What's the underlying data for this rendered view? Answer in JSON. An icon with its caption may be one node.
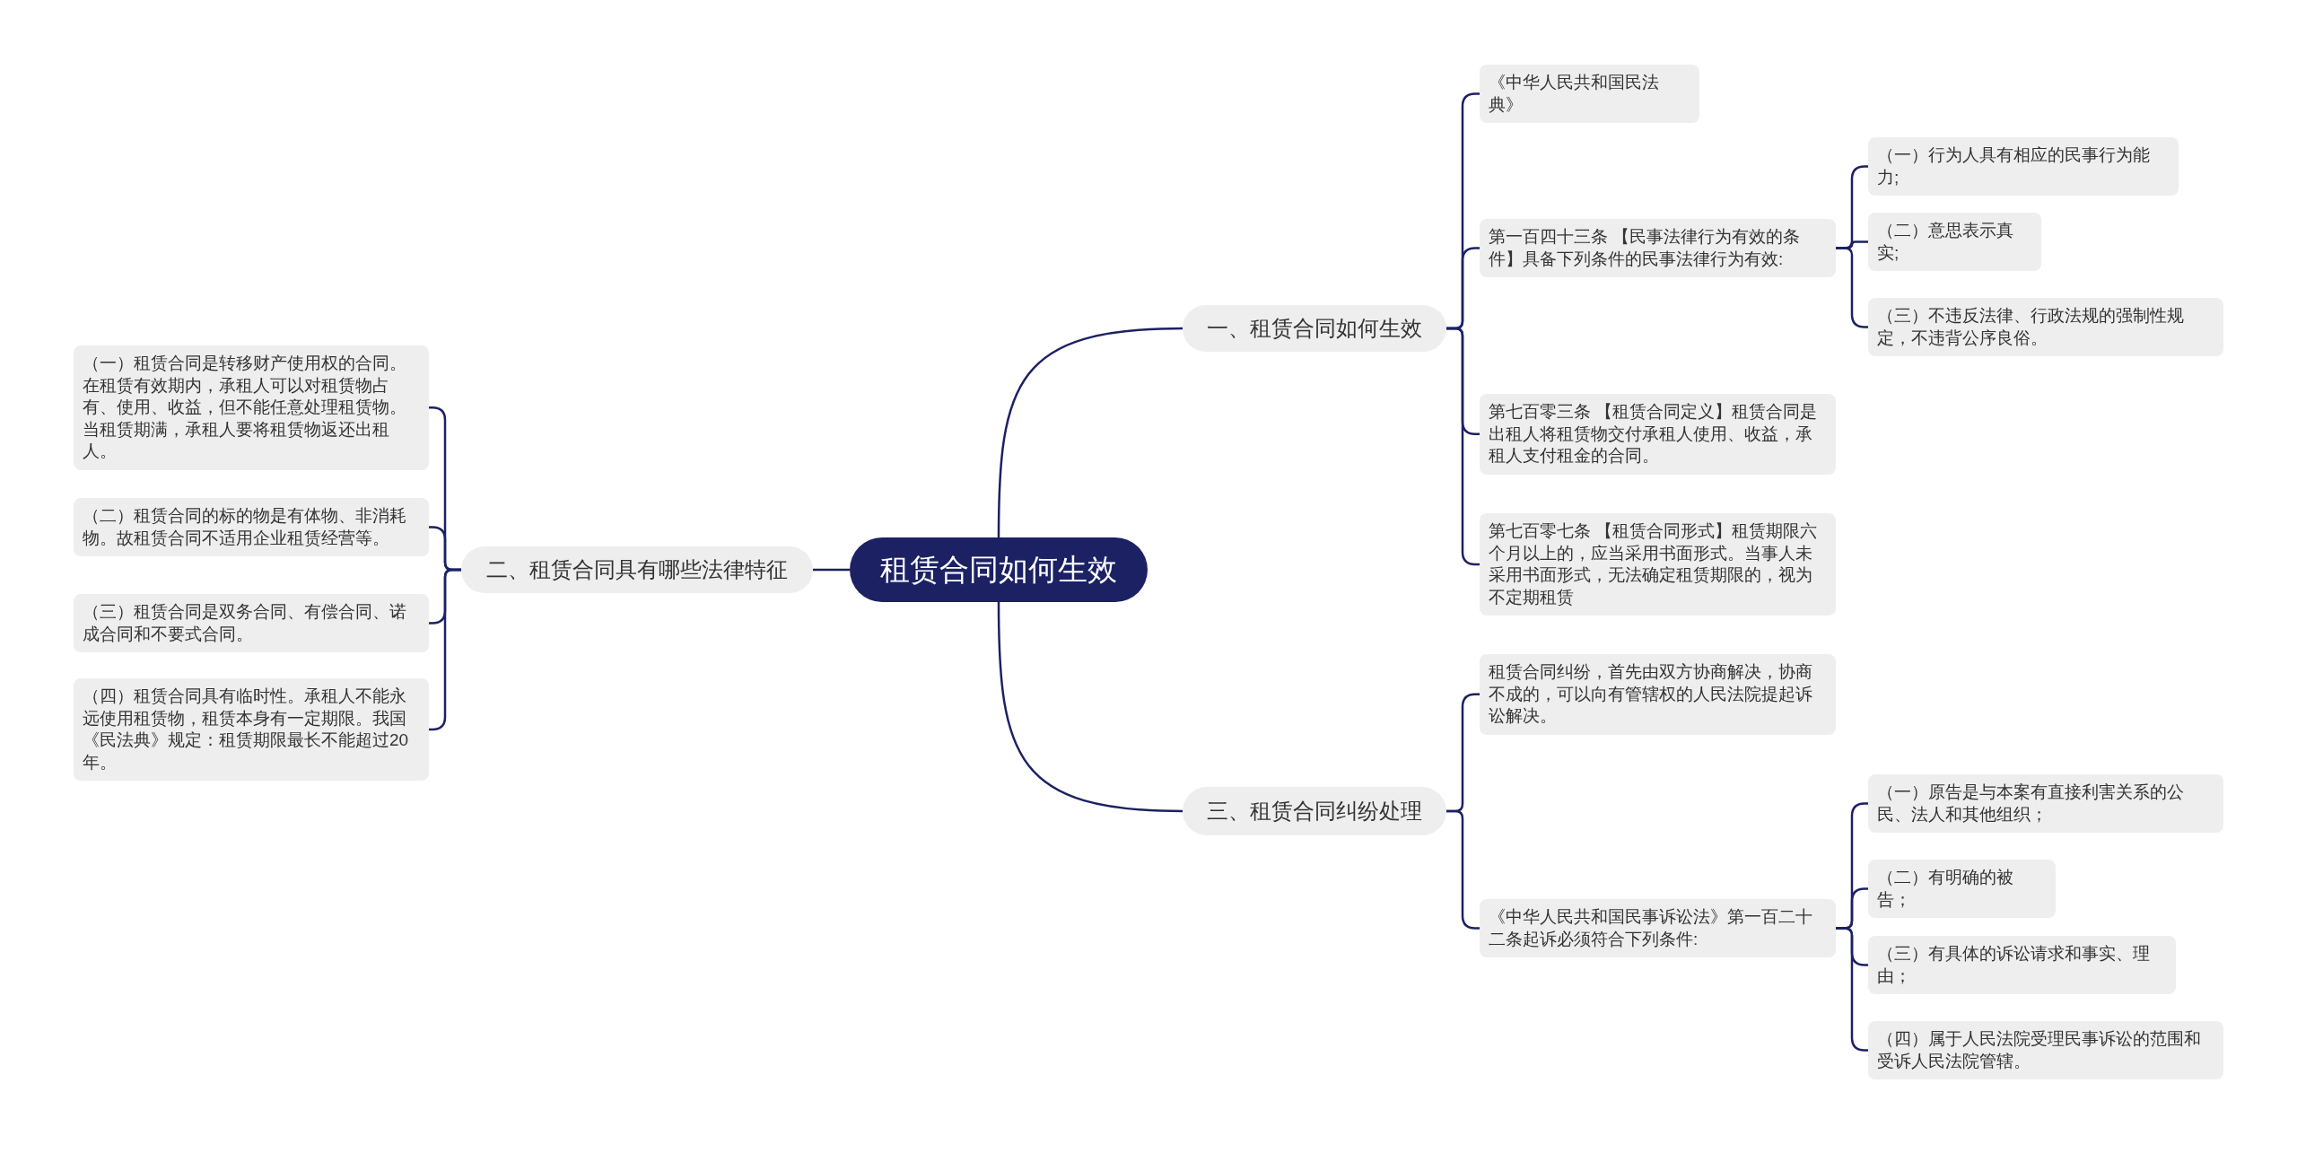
{
  "diagram": {
    "nodes": [
      {
        "text": [
          "租赁合同如何生效"
        ]
      },
      {
        "text": [
          "一、租赁合同如何生效"
        ]
      },
      {
        "text": [
          "《中华人民共和国民法典》"
        ]
      },
      {
        "text": [
          "第一百四十三条 【民事法律行为有效的条件】具备下列条件的民事法律行为有效:"
        ]
      },
      {
        "text": [
          "（一）行为人具有相应的民事行为能力;"
        ]
      },
      {
        "text": [
          "（二）意思表示真实;"
        ]
      },
      {
        "text": [
          "（三）不违反法律、行政法规的强制性规定，不违背公序良俗。"
        ]
      },
      {
        "text": [
          "第七百零三条 【租赁合同定义】租赁合同是出租人将租赁物交付承租人使用、收益，承租人支付租金的合同。"
        ]
      },
      {
        "text": [
          "第七百零七条 【租赁合同形式】租赁期限六个月以上的，应当采用书面形式。当事人未采用书面形式，无法确定租赁期限的，视为不定期租赁"
        ]
      },
      {
        "text": [
          "二、租赁合同具有哪些法律特征"
        ]
      },
      {
        "text": [
          "（一）租赁合同是转移财产使用权的合同。在租赁有效期内，承租人可以对租赁物占有、使用、收益，但不能任意处理租赁物。当租赁期满，承租人要将租赁物返还出租人。"
        ]
      },
      {
        "text": [
          "（二）租赁合同的标的物是有体物、非消耗物。故租赁合同不适用企业租赁经营等。"
        ]
      },
      {
        "text": [
          "（三）租赁合同是双务合同、有偿合同、诺成合同和不要式合同。"
        ]
      },
      {
        "text": [
          "（四）租赁合同具有临时性。承租人不能永远使用租赁物，租赁本身有一定期限。我国《民法典》规定：租赁期限最长不能超过20年。"
        ]
      },
      {
        "text": [
          "三、租赁合同纠纷处理"
        ]
      },
      {
        "text": [
          "租赁合同纠纷，首先由双方协商解决，协商不成的，可以向有管辖权的人民法院提起诉讼解决。"
        ]
      },
      {
        "text": [
          "《中华人民共和国民事诉讼法》第一百二十二条起诉必须符合下列条件:"
        ]
      },
      {
        "text": [
          "（一）原告是与本案有直接利害关系的公民、法人和其他组织；"
        ]
      },
      {
        "text": [
          "（二）有明确的被告；"
        ]
      },
      {
        "text": [
          "（三）有具体的诉讼请求和事实、理由；"
        ]
      },
      {
        "text": [
          "（四）属于人民法院受理民事诉讼的范围和受诉人民法院管辖。"
        ]
      }
    ],
    "edges": [
      {
        "from": 0,
        "to": 1,
        "arrow": "none"
      },
      {
        "from": 1,
        "to": 2,
        "arrow": "none"
      },
      {
        "from": 1,
        "to": 3,
        "arrow": "none"
      },
      {
        "from": 3,
        "to": 4,
        "arrow": "none"
      },
      {
        "from": 3,
        "to": 5,
        "arrow": "none"
      },
      {
        "from": 3,
        "to": 6,
        "arrow": "none"
      },
      {
        "from": 1,
        "to": 7,
        "arrow": "none"
      },
      {
        "from": 1,
        "to": 8,
        "arrow": "none"
      },
      {
        "from": 0,
        "to": 9,
        "arrow": "none"
      },
      {
        "from": 9,
        "to": 10,
        "arrow": "none"
      },
      {
        "from": 9,
        "to": 11,
        "arrow": "none"
      },
      {
        "from": 9,
        "to": 12,
        "arrow": "none"
      },
      {
        "from": 9,
        "to": 13,
        "arrow": "none"
      },
      {
        "from": 0,
        "to": 14,
        "arrow": "none"
      },
      {
        "from": 14,
        "to": 15,
        "arrow": "none"
      },
      {
        "from": 14,
        "to": 16,
        "arrow": "none"
      },
      {
        "from": 16,
        "to": 17,
        "arrow": "none"
      },
      {
        "from": 16,
        "to": 18,
        "arrow": "none"
      },
      {
        "from": 16,
        "to": 19,
        "arrow": "none"
      },
      {
        "from": 16,
        "to": 20,
        "arrow": "none"
      }
    ]
  }
}
